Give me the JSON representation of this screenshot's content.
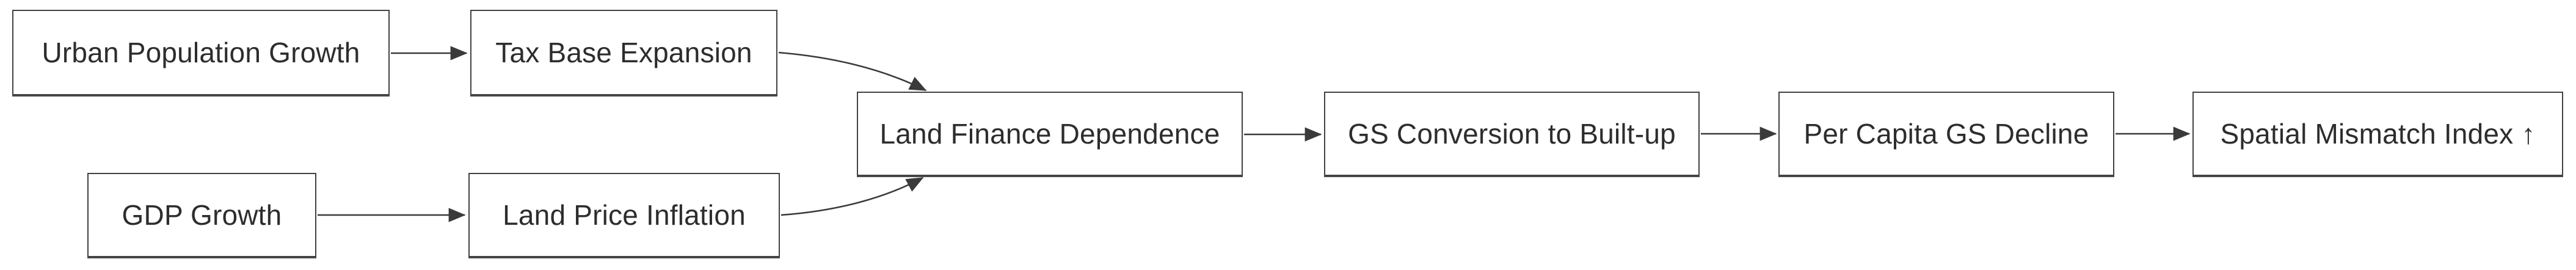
{
  "diagram": {
    "title": "Land finance to spatial mismatch causal chain flowchart",
    "nodes": [
      {
        "id": "urban-population-growth",
        "label": "Urban Population Growth"
      },
      {
        "id": "tax-base-expansion",
        "label": "Tax Base Expansion"
      },
      {
        "id": "gdp-growth",
        "label": "GDP Growth"
      },
      {
        "id": "land-price-inflation",
        "label": "Land Price Inflation"
      },
      {
        "id": "land-finance-dependence",
        "label": "Land Finance Dependence"
      },
      {
        "id": "gs-conversion-to-built-up",
        "label": "GS Conversion to Built-up"
      },
      {
        "id": "per-capita-gs-decline",
        "label": "Per Capita GS Decline"
      },
      {
        "id": "spatial-mismatch-index",
        "label": "Spatial Mismatch Index ↑"
      }
    ],
    "edges": [
      {
        "from": "urban-population-growth",
        "to": "tax-base-expansion"
      },
      {
        "from": "gdp-growth",
        "to": "land-price-inflation"
      },
      {
        "from": "tax-base-expansion",
        "to": "land-finance-dependence"
      },
      {
        "from": "land-price-inflation",
        "to": "land-finance-dependence"
      },
      {
        "from": "land-finance-dependence",
        "to": "gs-conversion-to-built-up"
      },
      {
        "from": "gs-conversion-to-built-up",
        "to": "per-capita-gs-decline"
      },
      {
        "from": "per-capita-gs-decline",
        "to": "spatial-mismatch-index"
      }
    ],
    "colors": {
      "background": "#ffffff",
      "node_fill": "#ffffff",
      "node_border": "#424242",
      "text": "#2d2d2d",
      "arrow": "#3a3a3a"
    }
  }
}
